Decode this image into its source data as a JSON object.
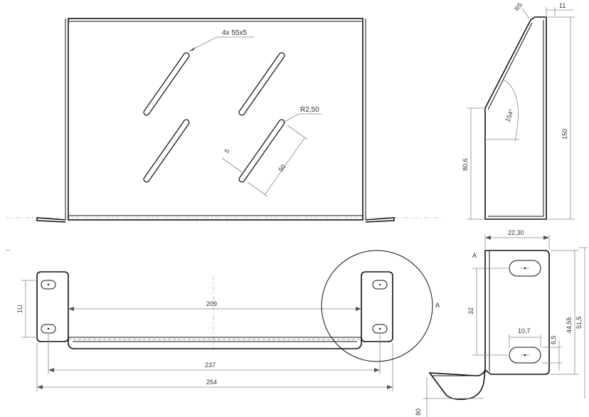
{
  "drawing": {
    "front_view": {
      "slot_note": "4x 55x5",
      "slot_radius": "R2,50",
      "slot_width": "5",
      "slot_length": "50"
    },
    "side_view": {
      "radius_top": "R5",
      "top_width": "11",
      "height": "150",
      "lower_height": "80,6",
      "angle": "154°"
    },
    "top_view": {
      "height_unit": "1U",
      "inner_spacing": "209",
      "hole_spacing": "237",
      "overall_width": "254",
      "detail_label": "A"
    },
    "detail_view": {
      "section_label": "A",
      "width": "22,30",
      "hole_pitch": "32",
      "height_1": "44,55",
      "height_2": "51,5",
      "slot_length": "10,7",
      "slot_width": "6,5",
      "depth": "80"
    }
  }
}
